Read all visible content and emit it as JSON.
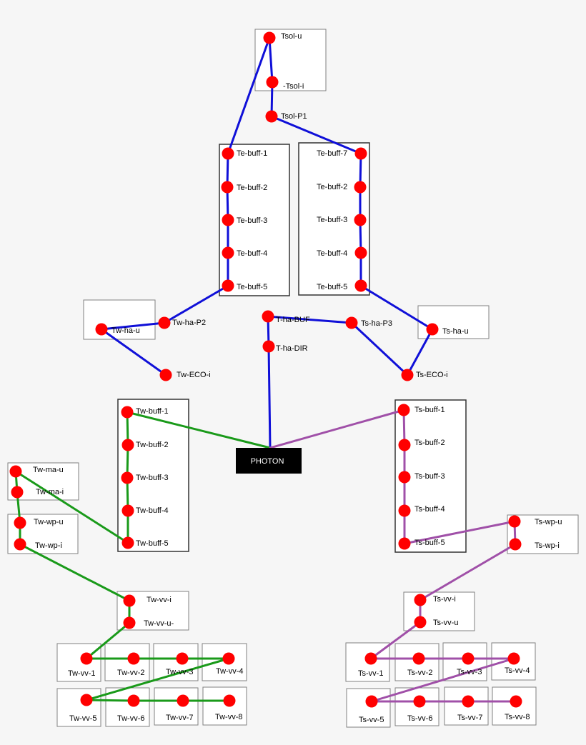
{
  "colors": {
    "background": "#f6f6f6",
    "node": "#ff0000",
    "hub_fill": "#000000",
    "hub_text": "#ffffff",
    "blue_line": "#1010d8",
    "green_line": "#1a9a1a",
    "purple_line": "#a050a8"
  },
  "hub": {
    "label": "PHOTON"
  },
  "nodes": {
    "tsol_u": "Tsol-u",
    "tsol_i": "-Tsol-i",
    "tsol_p1": "Tsol-P1",
    "te_buff_1": "Te-buff-1",
    "te_buff_2a": "Te-buff-2",
    "te_buff_3a": "Te-buff-3",
    "te_buff_4a": "Te-buff-4",
    "te_buff_5a": "Te-buff-5",
    "te_buff_7": "Te-buff-7",
    "te_buff_2b": "Te-buff-2",
    "te_buff_3b": "Te-buff-3",
    "te_buff_4b": "Te-buff-4",
    "te_buff_5b": "Te-buff-5",
    "tw_ha_u": "Tw-ha-u",
    "tw_ha_p2": "Tw-ha-P2",
    "tw_eco_i": "Tw-ECO-i",
    "t_ha_buf": "T-ha-BUF",
    "t_ha_dir": "T-ha-DIR",
    "ts_ha_p3": "Ts-ha-P3",
    "ts_ha_u": "Ts-ha-u",
    "ts_eco_i": "Ts-ECO-i",
    "tw_buff_1": "Tw-buff-1",
    "tw_buff_2": "Tw-buff-2",
    "tw_buff_3": "Tw-buff-3",
    "tw_buff_4": "Tw-buff-4",
    "tw_buff_5": "Tw-buff-5",
    "ts_buff_1": "Ts-buff-1",
    "ts_buff_2": "Ts-buff-2",
    "ts_buff_3": "Ts-buff-3",
    "ts_buff_4": "Ts-buff-4",
    "ts_buff_5": "Ts-buff-5",
    "tw_ma_u": "Tw-ma-u",
    "tw_ma_i": "Tw-ma-i",
    "tw_wp_u": "Tw-wp-u",
    "tw_wp_i": "Tw-wp-i",
    "ts_wp_u": "Ts-wp-u",
    "ts_wp_i": "Ts-wp-i",
    "tw_vv_i": "Tw-vv-i",
    "tw_vv_u": "Tw-vv-u-",
    "ts_vv_i": "Ts-vv-i",
    "ts_vv_u": "Ts-vv-u",
    "tw_vv_1": "Tw-vv-1",
    "tw_vv_2": "Tw-vv-2",
    "tw_vv_3": "Tw-vv-3",
    "tw_vv_4": "Tw-vv-4",
    "tw_vv_5": "Tw-vv-5",
    "tw_vv_6": "Tw-vv-6",
    "tw_vv_7": "Tw-vv-7",
    "tw_vv_8": "Tw-vv-8",
    "ts_vv_1": "Ts-vv-1",
    "ts_vv_2": "Ts-vv-2",
    "ts_vv_3": "Ts-vv-3",
    "ts_vv_4": "Ts-vv-4",
    "ts_vv_5": "Ts-vv-5",
    "ts_vv_6": "Ts-vv-6",
    "ts_vv_7": "Ts-vv-7",
    "ts_vv_8": "Ts-vv-8"
  }
}
